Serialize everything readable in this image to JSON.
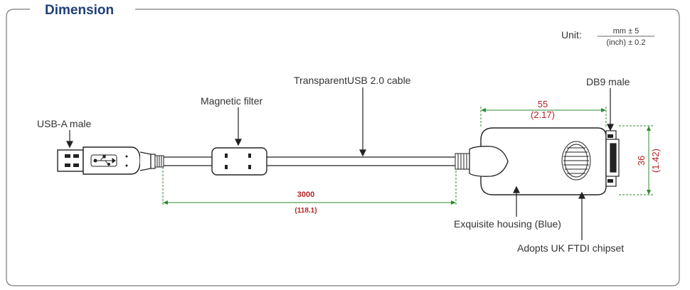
{
  "header": {
    "title": "Dimension"
  },
  "unit": {
    "label": "Unit:",
    "numerator": "mm ± 5",
    "denominator": "(inch) ± 0.2"
  },
  "labels": {
    "usb_a": "USB-A male",
    "magnetic_filter": "Magnetic filter",
    "cable": "TransparentUSB 2.0 cable",
    "db9": "DB9 male",
    "housing": "Exquisite housing (Blue)",
    "chipset": "Adopts UK FTDI chipset"
  },
  "dimensions": {
    "length_mm": "3000",
    "length_in": "(118.1)",
    "width_mm": "55",
    "width_in": "(2.17)",
    "height_mm": "36",
    "height_in": "(1.42)"
  },
  "colors": {
    "title": "#1f3f7a",
    "dimension_line": "#2e8b2e",
    "dimension_text": "#b22222",
    "outline": "#222222",
    "frame": "#7a7a7a"
  }
}
